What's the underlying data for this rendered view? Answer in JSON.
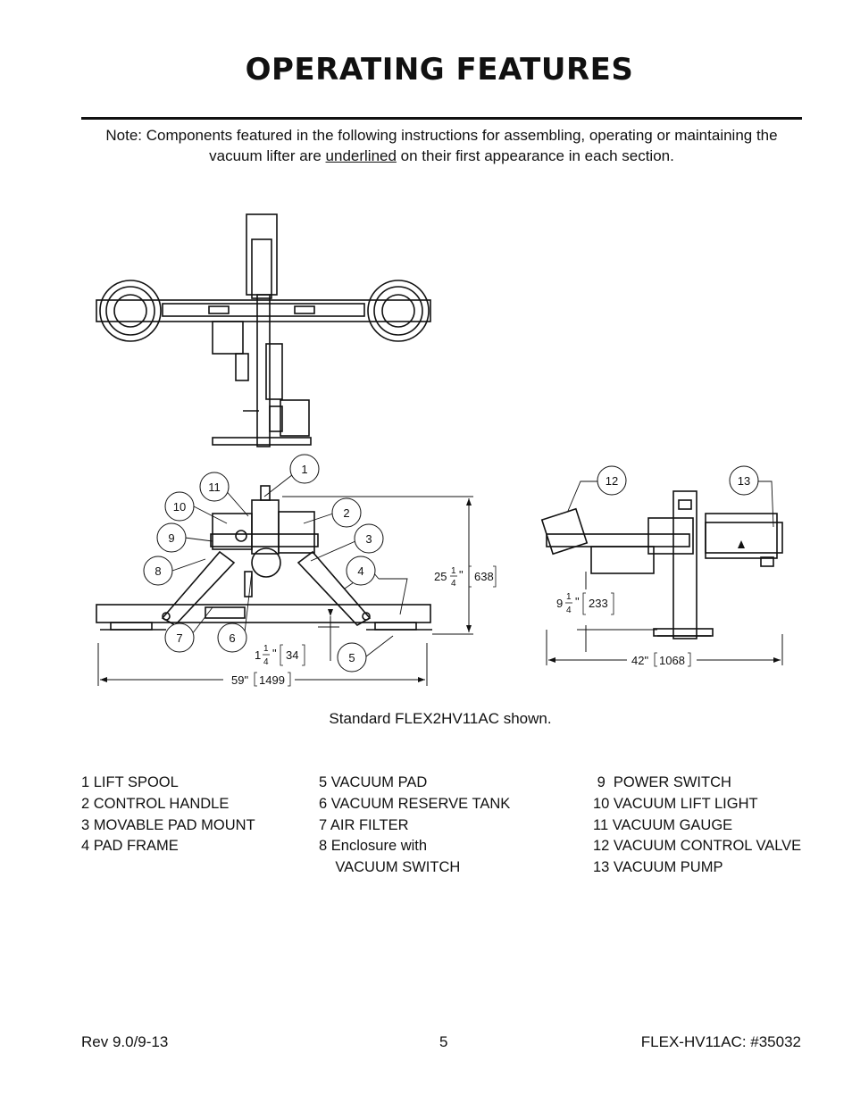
{
  "page": {
    "title": "OPERATING FEATURES",
    "note_before": "Note:  Components featured in the following instructions for assembling, operating or maintaining the vacuum lifter are ",
    "note_underlined": "underlined",
    "note_after": " on their first appearance in each section.",
    "caption": "Standard FLEX2HV11AC shown."
  },
  "figure": {
    "callouts": [
      "1",
      "2",
      "3",
      "4",
      "5",
      "6",
      "7",
      "8",
      "9",
      "10",
      "11",
      "12",
      "13"
    ],
    "dim_height_whole": "25",
    "dim_height_num": "1",
    "dim_height_den": "4",
    "dim_height_mm": "638",
    "dim_width_in": "59\"",
    "dim_width_mm": "1499",
    "dim_pad_whole": "1",
    "dim_pad_num": "1",
    "dim_pad_den": "4",
    "dim_pad_mm": "34",
    "dim_side_whole": "9",
    "dim_side_num": "1",
    "dim_side_den": "4",
    "dim_side_mm": "233",
    "dim_side_width_in": "42\"",
    "dim_side_width_mm": "1068",
    "inch_mark": "\""
  },
  "legend": {
    "col1": [
      "1  LIFT SPOOL",
      "2  CONTROL HANDLE",
      "3  MOVABLE PAD MOUNT",
      "4  PAD FRAME"
    ],
    "col2": [
      "5  VACUUM PAD",
      "6  VACUUM RESERVE TANK",
      "7  AIR FILTER",
      "8  Enclosure with",
      "    VACUUM SWITCH"
    ],
    "col3": [
      " 9  POWER SWITCH",
      "10  VACUUM LIFT LIGHT",
      "11  VACUUM GAUGE",
      "12  VACUUM CONTROL VALVE",
      "13  VACUUM PUMP"
    ]
  },
  "footer": {
    "revision": "Rev 9.0/9-13",
    "page_number": "5",
    "doc_id": "FLEX-HV11AC: #35032"
  }
}
